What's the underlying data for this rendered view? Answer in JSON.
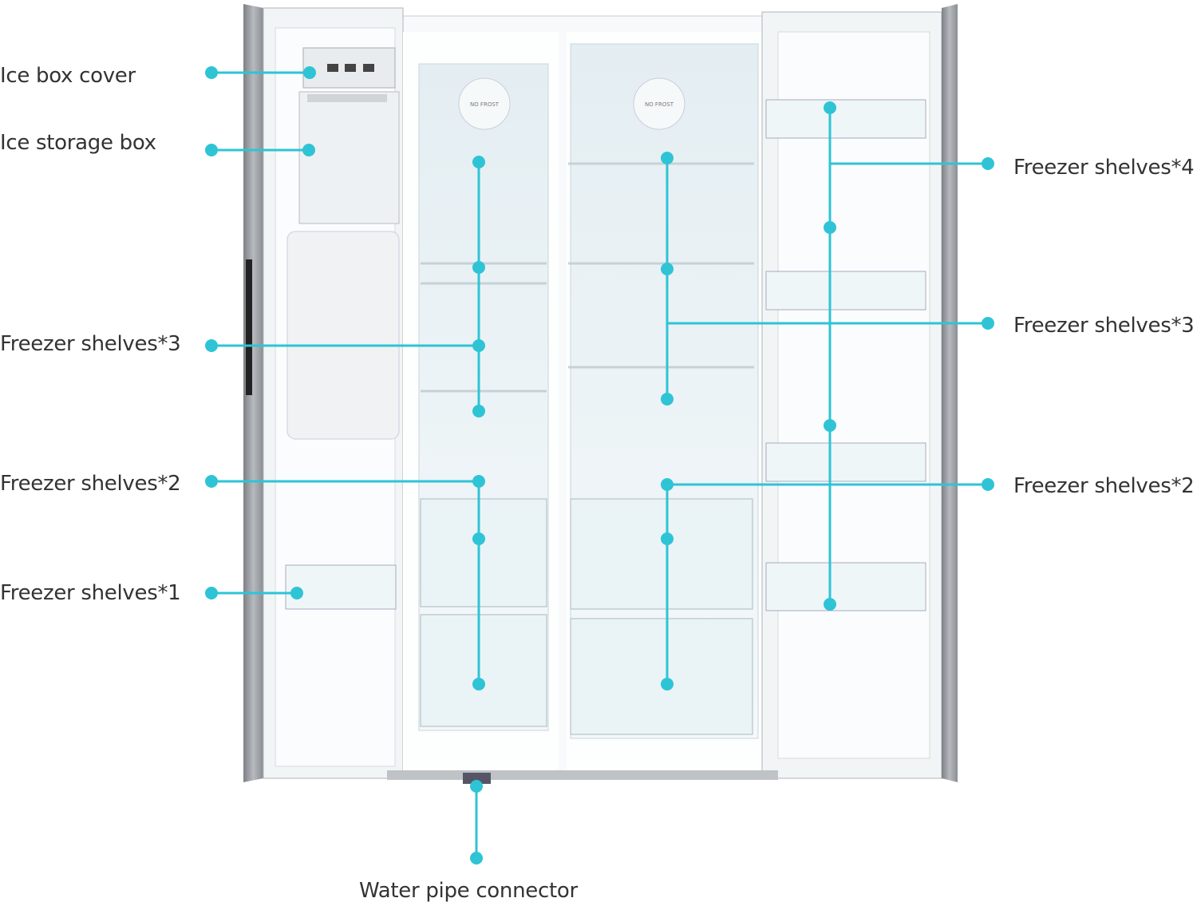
{
  "labels": {
    "ice_box_cover": "Ice box cover",
    "ice_storage_box": "Ice storage box",
    "left_shelves_3": "Freezer shelves*3",
    "left_shelves_2": "Freezer shelves*2",
    "left_shelves_1": "Freezer shelves*1",
    "right_shelves_4": "Freezer shelves*4",
    "right_shelves_3": "Freezer shelves*3",
    "right_shelves_2": "Freezer shelves*2",
    "water_pipe": "Water pipe connector"
  },
  "fan_logo": "NO FROST",
  "colors": {
    "accent": "#2ec4d6",
    "steel": "#9a9ea3",
    "interior": "#eef5f8"
  }
}
